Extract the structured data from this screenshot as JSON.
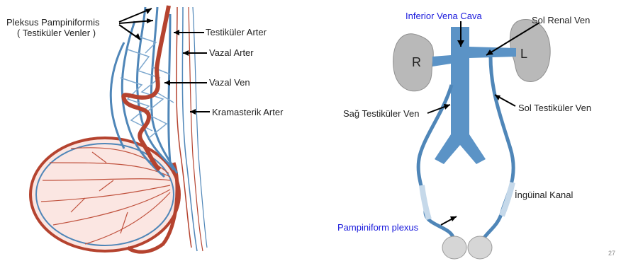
{
  "left": {
    "labels": {
      "plexus_line1": "Pleksus Pampiniformis",
      "plexus_line2": "( Testiküler Venler )",
      "testicular_artery": "Testiküler Arter",
      "vasal_artery": "Vazal Arter",
      "vasal_vein": "Vazal Ven",
      "cremasteric_artery": "Kramasterik Arter"
    }
  },
  "right": {
    "labels": {
      "ivc": "Inferior Vena Cava",
      "left_renal_vein": "Sol Renal Ven",
      "kidney_right": "R",
      "kidney_left": "L",
      "right_testicular_vein": "Sağ Testiküler Ven",
      "left_testicular_vein": "Sol Testiküler Ven",
      "inguinal_canal": "İngüinal Kanal",
      "pampiniform_plexus": "Pampiniform plexus"
    }
  },
  "colors": {
    "vein": "#4f86b8",
    "vein_light": "#7fa9cf",
    "artery": "#b5432f",
    "kidney": "#b9b9b9",
    "ivc": "#5b93c6",
    "blue_text": "#1a1adc"
  },
  "page_number": "27"
}
